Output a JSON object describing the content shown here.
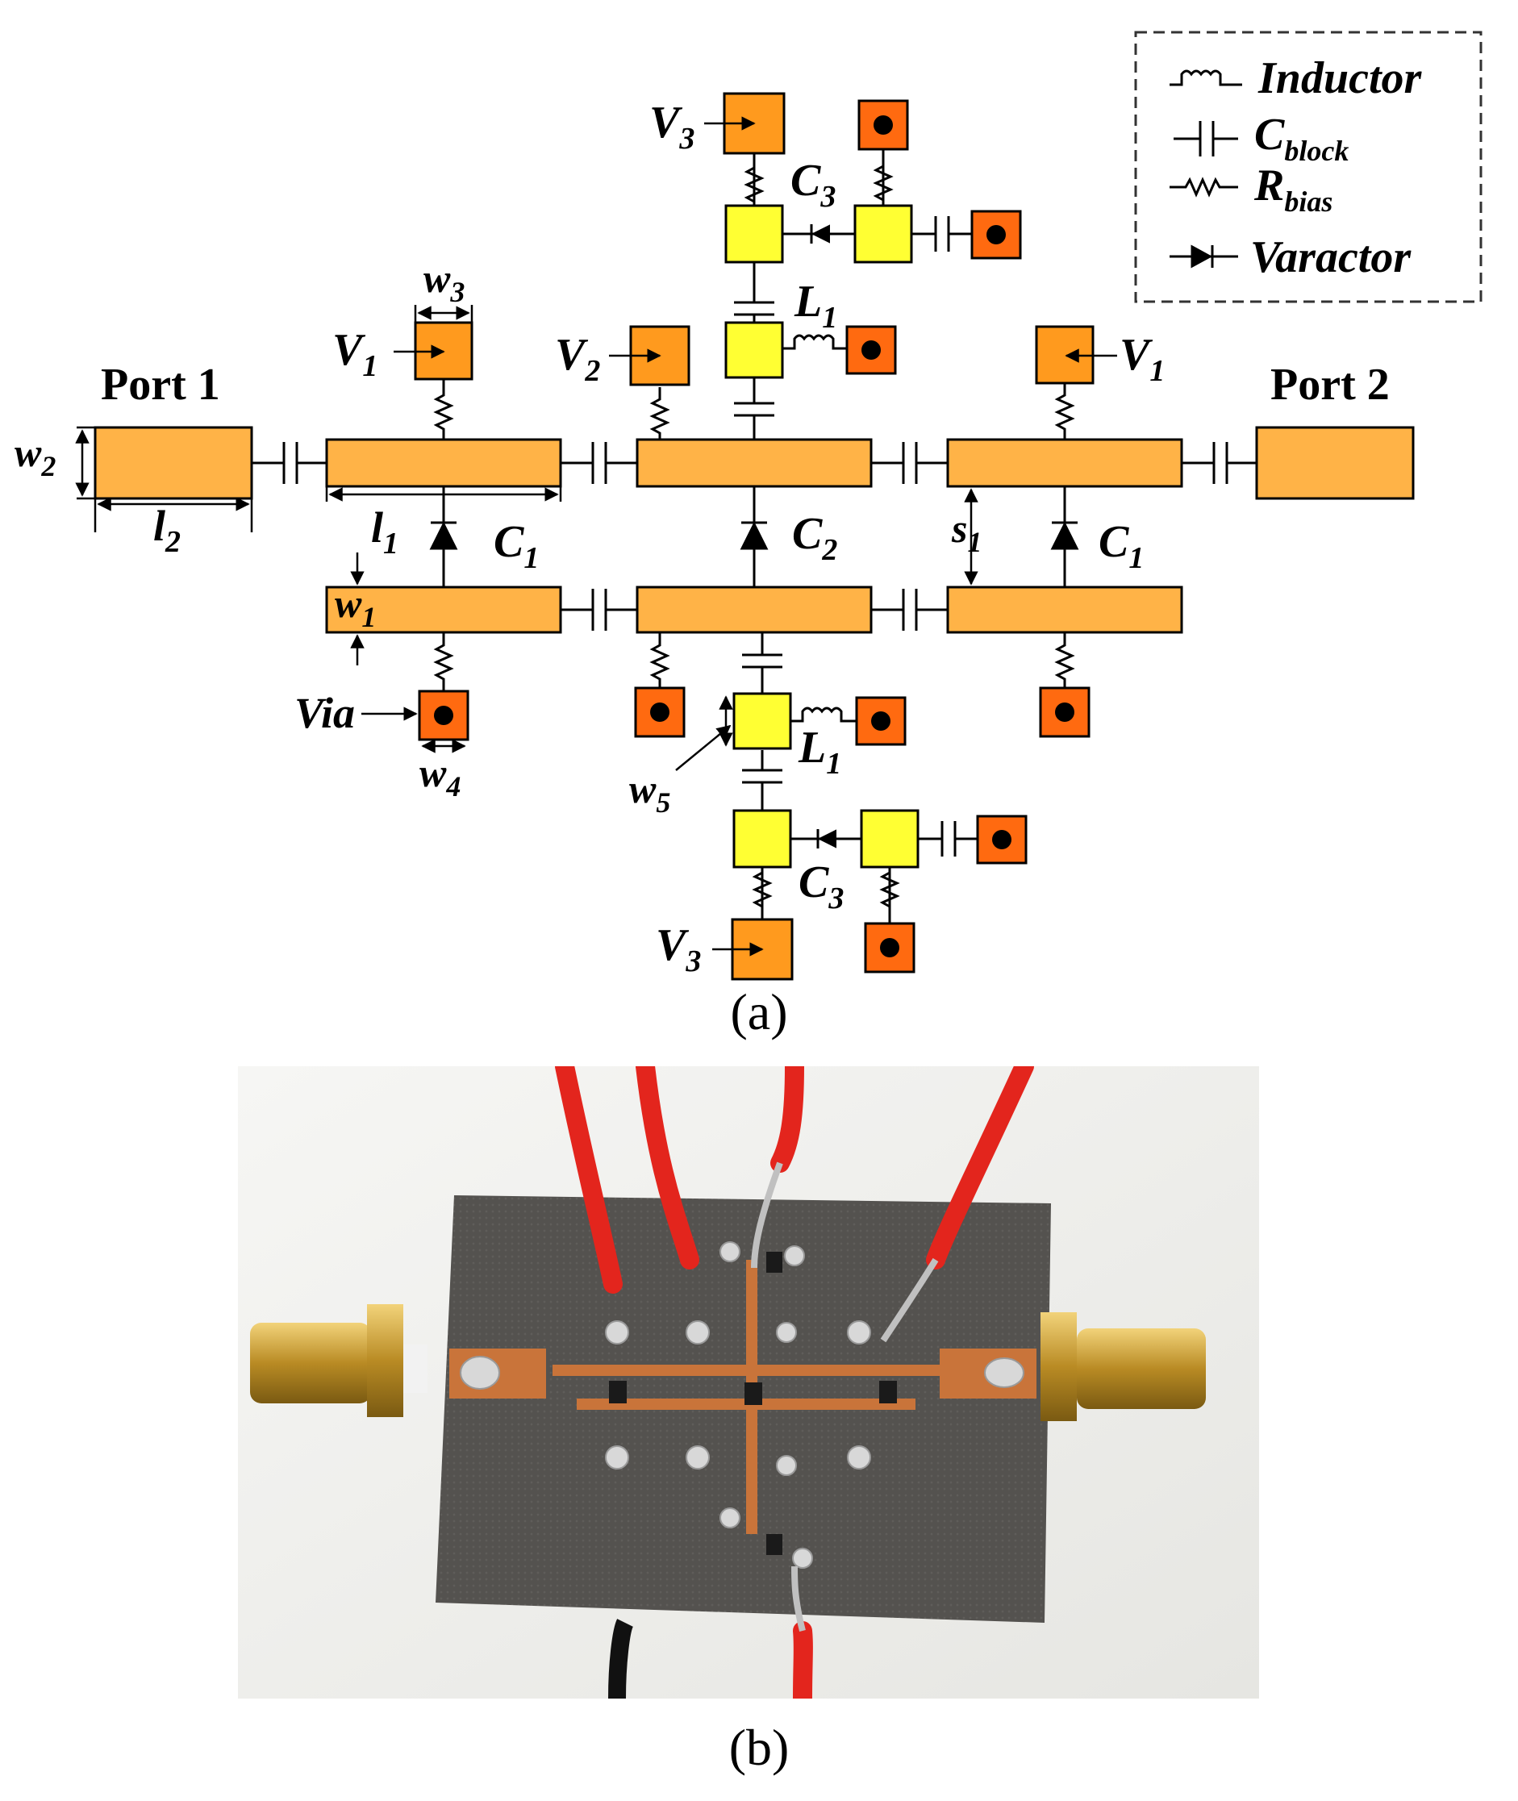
{
  "diagram": {
    "legend": {
      "inductor": "Inductor",
      "cblock_main": "C",
      "cblock_sub": "block",
      "rbias_main": "R",
      "rbias_sub": "bias",
      "varactor": "Varactor"
    },
    "ports": {
      "port1": "Port 1",
      "port2": "Port 2"
    },
    "voltages": {
      "v1_main": "V",
      "v1_sub": "1",
      "v2_main": "V",
      "v2_sub": "2",
      "v3_main": "V",
      "v3_sub": "3"
    },
    "components": {
      "c1_main": "C",
      "c1_sub": "1",
      "c2_main": "C",
      "c2_sub": "2",
      "c3_main": "C",
      "c3_sub": "3",
      "l1_main": "L",
      "l1_sub": "1"
    },
    "dimensions": {
      "w1_main": "w",
      "w1_sub": "1",
      "w2_main": "w",
      "w2_sub": "2",
      "w3_main": "w",
      "w3_sub": "3",
      "w4_main": "w",
      "w4_sub": "4",
      "w5_main": "w",
      "w5_sub": "5",
      "l1_main": "l",
      "l1_sub": "1",
      "l2_main": "l",
      "l2_sub": "2",
      "s1_main": "s",
      "s1_sub": "1"
    },
    "via_label": "Via",
    "colors": {
      "line": "#FFB347",
      "pad_bias": "#FF9A1E",
      "via_pad": "#FF6A10",
      "node_pad": "#FFFF33",
      "stroke": "#000000"
    }
  },
  "captions": {
    "a": "(a)",
    "b": "(b)"
  }
}
